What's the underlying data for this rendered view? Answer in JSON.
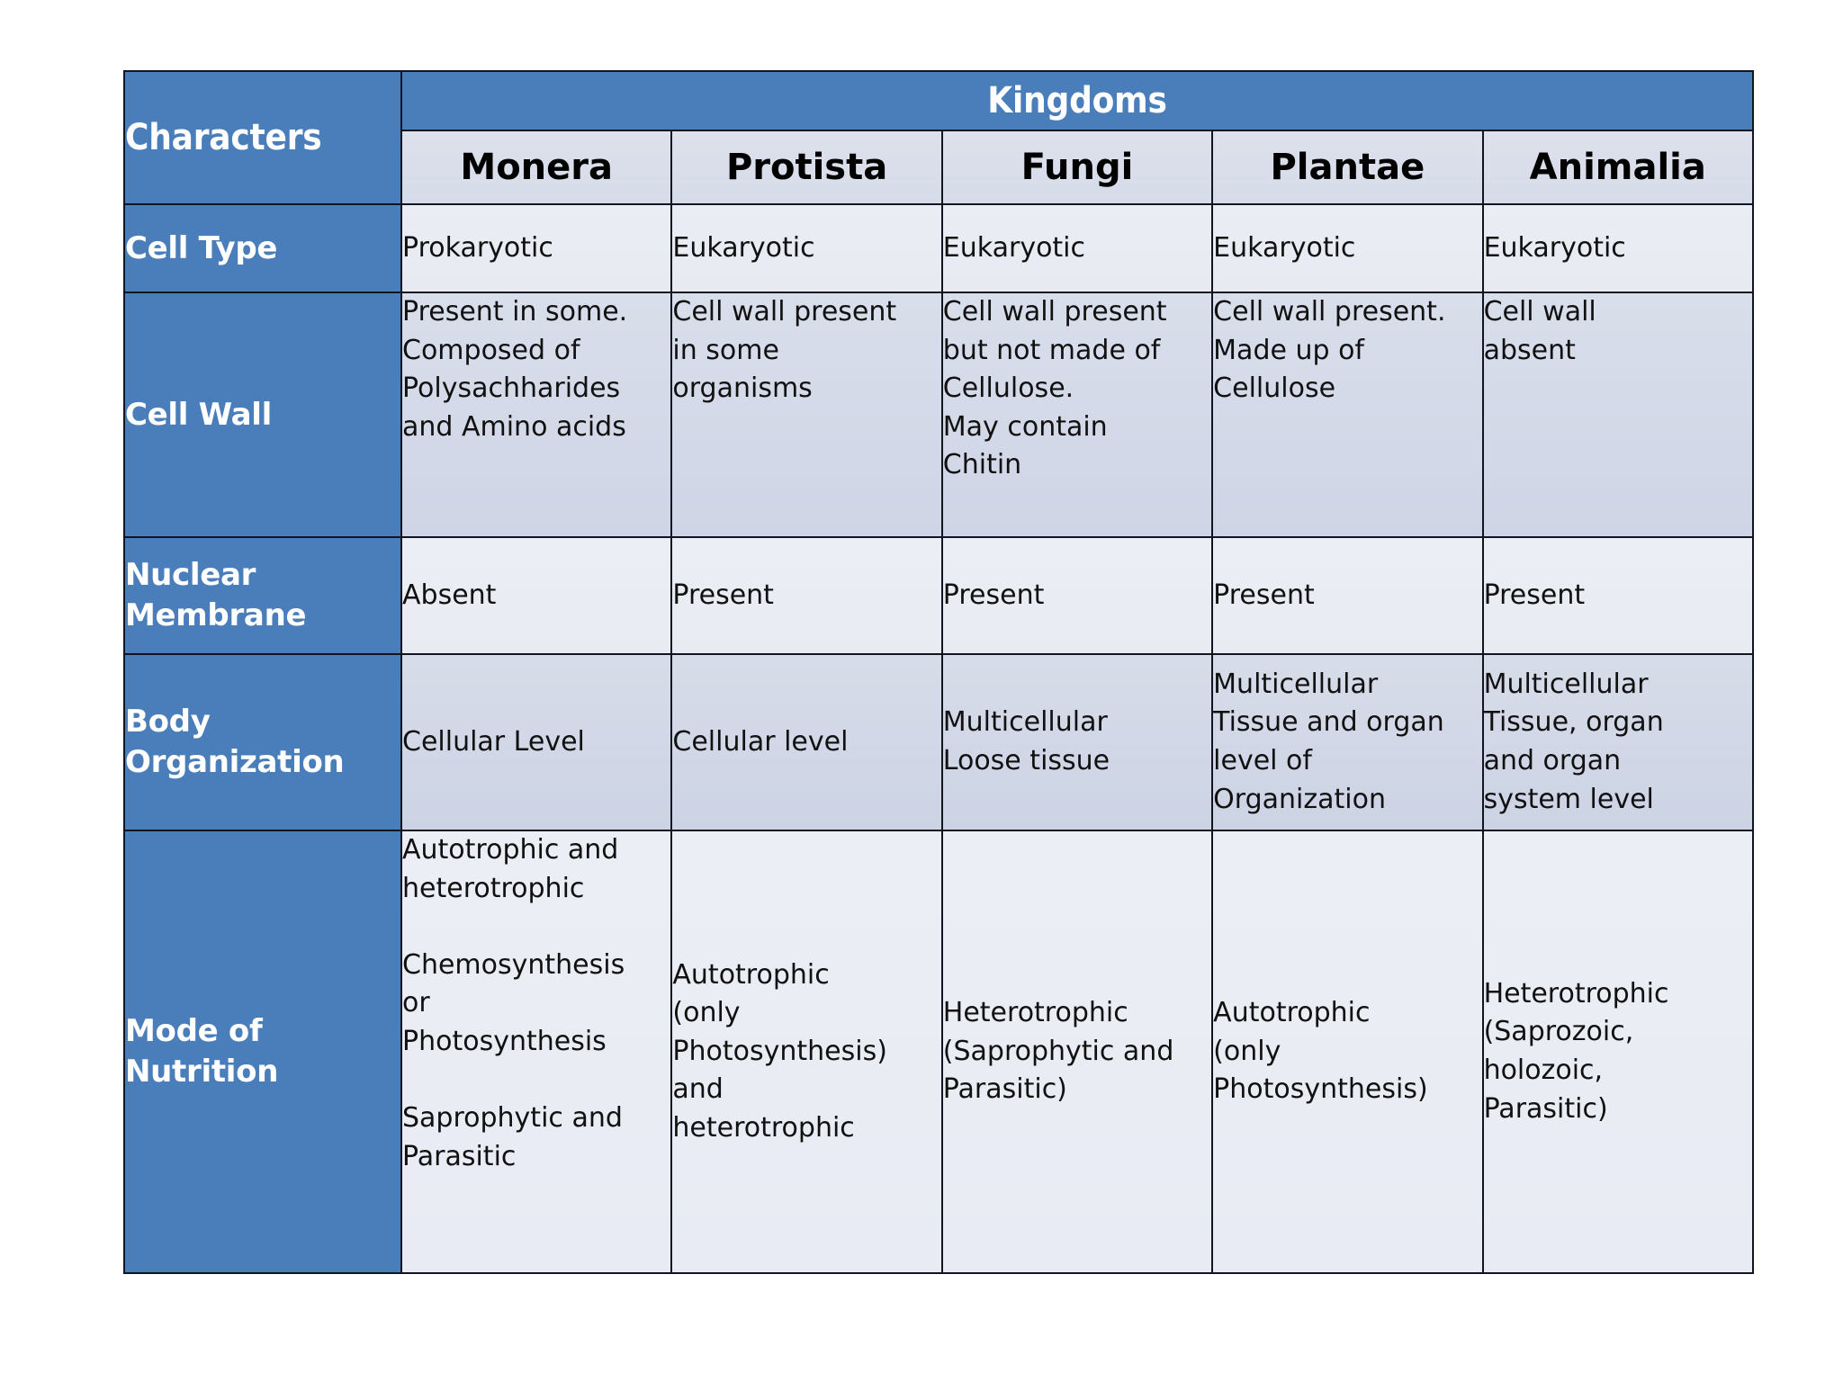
{
  "table": {
    "corner_label": "Characters",
    "group_header": "Kingdoms",
    "columns": [
      "Monera",
      "Protista",
      "Fungi",
      "Plantae",
      "Animalia"
    ],
    "rows": [
      {
        "label": "Cell Type",
        "cells": [
          "Prokaryotic",
          "Eukaryotic",
          "Eukaryotic",
          "Eukaryotic",
          "Eukaryotic"
        ]
      },
      {
        "label": "Cell Wall",
        "cells": [
          "Present in some.\nComposed of\nPolysachharides\nand Amino acids",
          "Cell wall present\nin some\norganisms",
          "Cell wall present\nbut not made of\nCellulose.\nMay contain\nChitin",
          "Cell wall present.\nMade up of\nCellulose",
          "Cell wall\nabsent"
        ]
      },
      {
        "label": "Nuclear\nMembrane",
        "cells": [
          "Absent",
          "Present",
          "Present",
          "Present",
          "Present"
        ]
      },
      {
        "label": "Body\nOrganization",
        "cells": [
          "Cellular Level",
          "Cellular level",
          "Multicellular\nLoose tissue",
          "Multicellular\nTissue and organ\nlevel of\nOrganization",
          "Multicellular\nTissue, organ\nand organ\nsystem level"
        ]
      },
      {
        "label": "Mode of\nNutrition",
        "cells": [
          "Autotrophic and\nheterotrophic\n\nChemosynthesis\nor\nPhotosynthesis\n\nSaprophytic and\nParasitic",
          "Autotrophic\n(only\nPhotosynthesis)\nand\nheterotrophic",
          "Heterotrophic\n(Saprophytic and\nParasitic)",
          "Autotrophic\n(only\nPhotosynthesis)",
          "Heterotrophic\n(Saprozoic,\nholozoic,\nParasitic)"
        ]
      }
    ]
  },
  "colors": {
    "header_blue": "#4a7ebb",
    "header_text": "#ffffff",
    "border": "#10151f",
    "cell_text": "#111111",
    "page_background": "#ffffff"
  }
}
